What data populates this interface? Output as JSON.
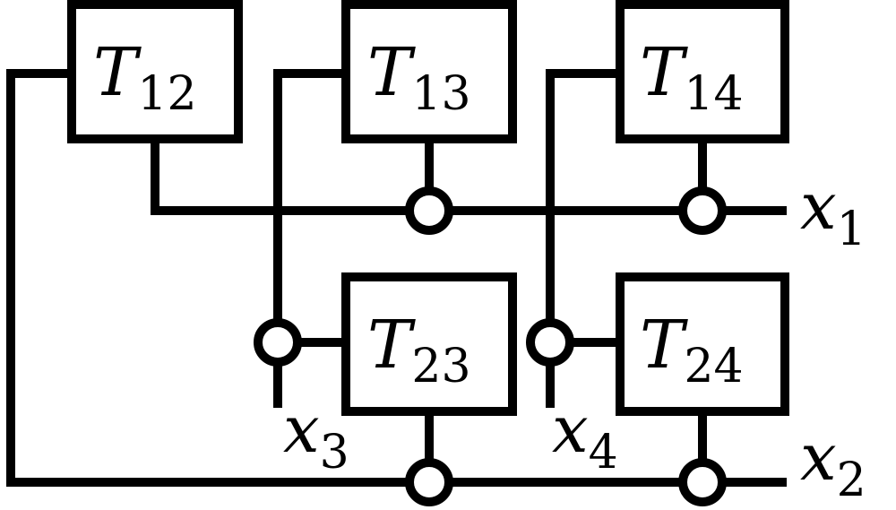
{
  "colors": {
    "stroke": "#000000",
    "background": "#ffffff"
  },
  "blocks": [
    {
      "id": "T12",
      "symbol": "T",
      "sub": "12"
    },
    {
      "id": "T13",
      "symbol": "T",
      "sub": "13"
    },
    {
      "id": "T14",
      "symbol": "T",
      "sub": "14"
    },
    {
      "id": "T23",
      "symbol": "T",
      "sub": "23"
    },
    {
      "id": "T24",
      "symbol": "T",
      "sub": "24"
    }
  ],
  "wires": [
    {
      "id": "x1",
      "symbol": "x",
      "sub": "1"
    },
    {
      "id": "x2",
      "symbol": "x",
      "sub": "2"
    },
    {
      "id": "x3",
      "symbol": "x",
      "sub": "3"
    },
    {
      "id": "x4",
      "symbol": "x",
      "sub": "4"
    }
  ]
}
